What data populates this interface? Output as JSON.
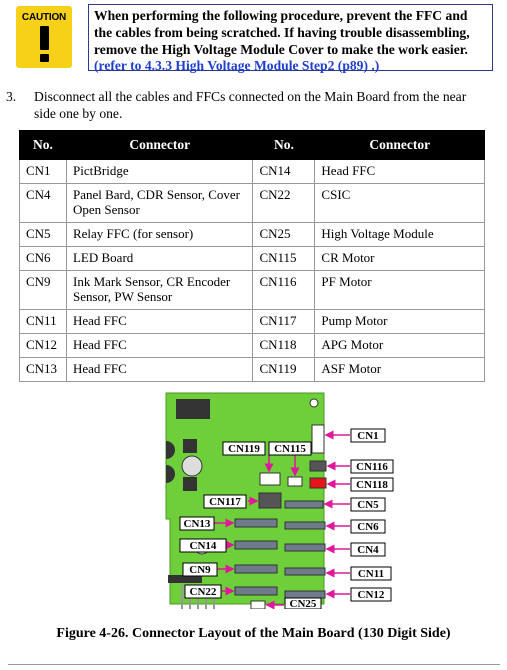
{
  "caution": {
    "icon_label": "CAUTION",
    "text": "When performing the following procedure, prevent the FFC and the cables from being scratched. If having trouble disassembling, remove the High Voltage Module Cover to make the work easier.",
    "link_text": "(refer to 4.3.3 High Voltage Module Step2 (p89) .)"
  },
  "step": {
    "number": "3.",
    "text": "Disconnect all the cables and FFCs connected on the Main Board from the near side one by one."
  },
  "table": {
    "headers": [
      "No.",
      "Connector",
      "No.",
      "Connector"
    ],
    "rows": [
      [
        "CN1",
        "PictBridge",
        "CN14",
        "Head FFC"
      ],
      [
        "CN4",
        "Panel Bard, CDR Sensor, Cover Open Sensor",
        "CN22",
        "CSIC"
      ],
      [
        "CN5",
        "Relay FFC (for sensor)",
        "CN25",
        "High Voltage Module"
      ],
      [
        "CN6",
        "LED Board",
        "CN115",
        "CR Motor"
      ],
      [
        "CN9",
        "Ink Mark Sensor, CR Encoder Sensor, PW Sensor",
        "CN116",
        "PF Motor"
      ],
      [
        "CN11",
        "Head FFC",
        "CN117",
        "Pump Motor"
      ],
      [
        "CN12",
        "Head FFC",
        "CN118",
        "APG Motor"
      ],
      [
        "CN13",
        "Head FFC",
        "CN119",
        "ASF Motor"
      ]
    ]
  },
  "diagram": {
    "labels": {
      "cn1": "CN1",
      "cn116": "CN116",
      "cn118": "CN118",
      "cn5": "CN5",
      "cn6": "CN6",
      "cn4": "CN4",
      "cn11": "CN11",
      "cn12": "CN12",
      "cn119": "CN119",
      "cn115": "CN115",
      "cn117": "CN117",
      "cn13": "CN13",
      "cn14": "CN14",
      "cn9": "CN9",
      "cn22": "CN22",
      "cn25": "CN25"
    },
    "colors": {
      "board": "#6fcf3a",
      "arrow": "#e0169b",
      "highlight": "#e8141c"
    }
  },
  "caption": "Figure 4-26. Connector Layout of the Main Board (130 Digit Side)"
}
